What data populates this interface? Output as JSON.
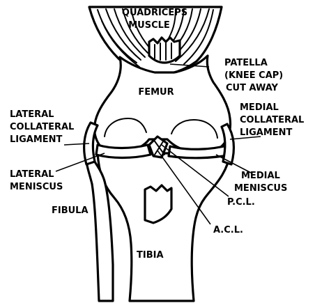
{
  "colors": {
    "tissue_gray": "#a8a8a8",
    "ligament_gray": "#8a8a8a",
    "outline": "#000000",
    "background": "#ffffff"
  },
  "labels": {
    "quadriceps_line1": "QUADRICEPS",
    "quadriceps_line2": "MUSCLE",
    "patella_line1": "PATELLA",
    "patella_line2": "(KNEE CAP)",
    "patella_line3": "CUT AWAY",
    "femur": "FEMUR",
    "lateral_collateral_line1": "LATERAL",
    "lateral_collateral_line2": "COLLATERAL",
    "lateral_collateral_line3": "LIGAMENT",
    "medial_collateral_line1": "MEDIAL",
    "medial_collateral_line2": "COLLATERAL",
    "medial_collateral_line3": "LIGAMENT",
    "lateral_meniscus_line1": "LATERAL",
    "lateral_meniscus_line2": "MENISCUS",
    "medial_meniscus_line1": "MEDIAL",
    "medial_meniscus_line2": "MENISCUS",
    "pcl": "P.C.L.",
    "acl": "A.C.L.",
    "fibula": "FIBULA",
    "tibia": "TIBIA"
  }
}
